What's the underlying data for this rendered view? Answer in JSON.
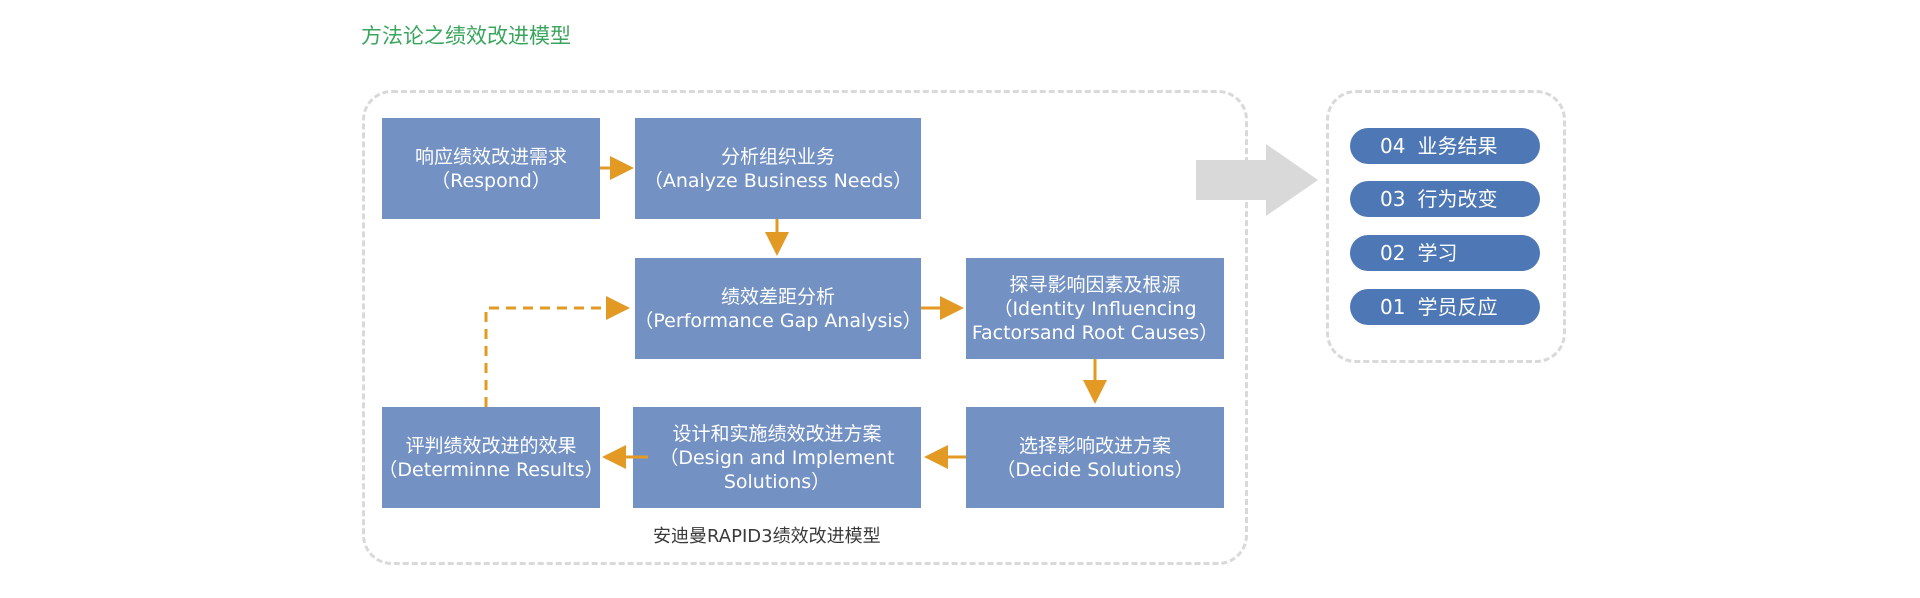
{
  "title": "方法论之绩效改进模型",
  "caption": "安迪曼RAPID3绩效改进模型",
  "colors": {
    "box": "#7391c3",
    "arrow": "#e39a25",
    "pill": "#4e77b5",
    "title": "#3aa55c",
    "frame": "#d9d9d9",
    "big_arrow": "#d9d9d9"
  },
  "boxes": {
    "respond": {
      "zh": "响应绩效改进需求",
      "en": "（Respond）"
    },
    "analyze": {
      "zh": "分析组织业务",
      "en": "（Analyze Business Needs）"
    },
    "gap": {
      "zh": "绩效差距分析",
      "en": "（Performance Gap Analysis）"
    },
    "identify": {
      "zh": "探寻影响因素及根源",
      "en1": "（Identity Influencing",
      "en2": "Factorsand Root Causes）"
    },
    "evaluate": {
      "zh": "评判绩效改进的效果",
      "en": "（Determinne Results）"
    },
    "design": {
      "zh": "设计和实施绩效改进方案",
      "en1": "（Design and Implement",
      "en2": "Solutions）"
    },
    "decide": {
      "zh": "选择影响改进方案",
      "en": "（Decide Solutions）"
    }
  },
  "levels": [
    {
      "num": "04",
      "label": "业务结果"
    },
    {
      "num": "03",
      "label": "行为改变"
    },
    {
      "num": "02",
      "label": "学习"
    },
    {
      "num": "01",
      "label": "学员反应"
    }
  ]
}
